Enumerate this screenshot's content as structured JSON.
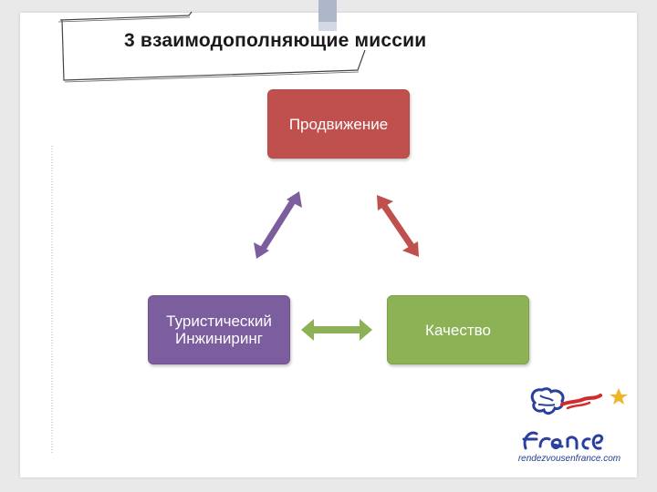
{
  "slide": {
    "title": "3 взаимодополняющие миссии"
  },
  "diagram": {
    "top_box": {
      "label": "Продвижение",
      "color": "#c0504d"
    },
    "left_box": {
      "label": "Туристический\nИнжиниринг",
      "color": "#7c5e9e"
    },
    "right_box": {
      "label": "Качество",
      "color": "#8db255"
    },
    "arrows": [
      {
        "from": "left_box",
        "to": "top_box",
        "color": "#7c5e9e"
      },
      {
        "from": "right_box",
        "to": "top_box",
        "color": "#c0504d"
      },
      {
        "from": "left_box",
        "to": "right_box",
        "color": "#8db255"
      }
    ]
  },
  "logo": {
    "wordmark": "france",
    "url": "rendezvousenfrance.com"
  }
}
